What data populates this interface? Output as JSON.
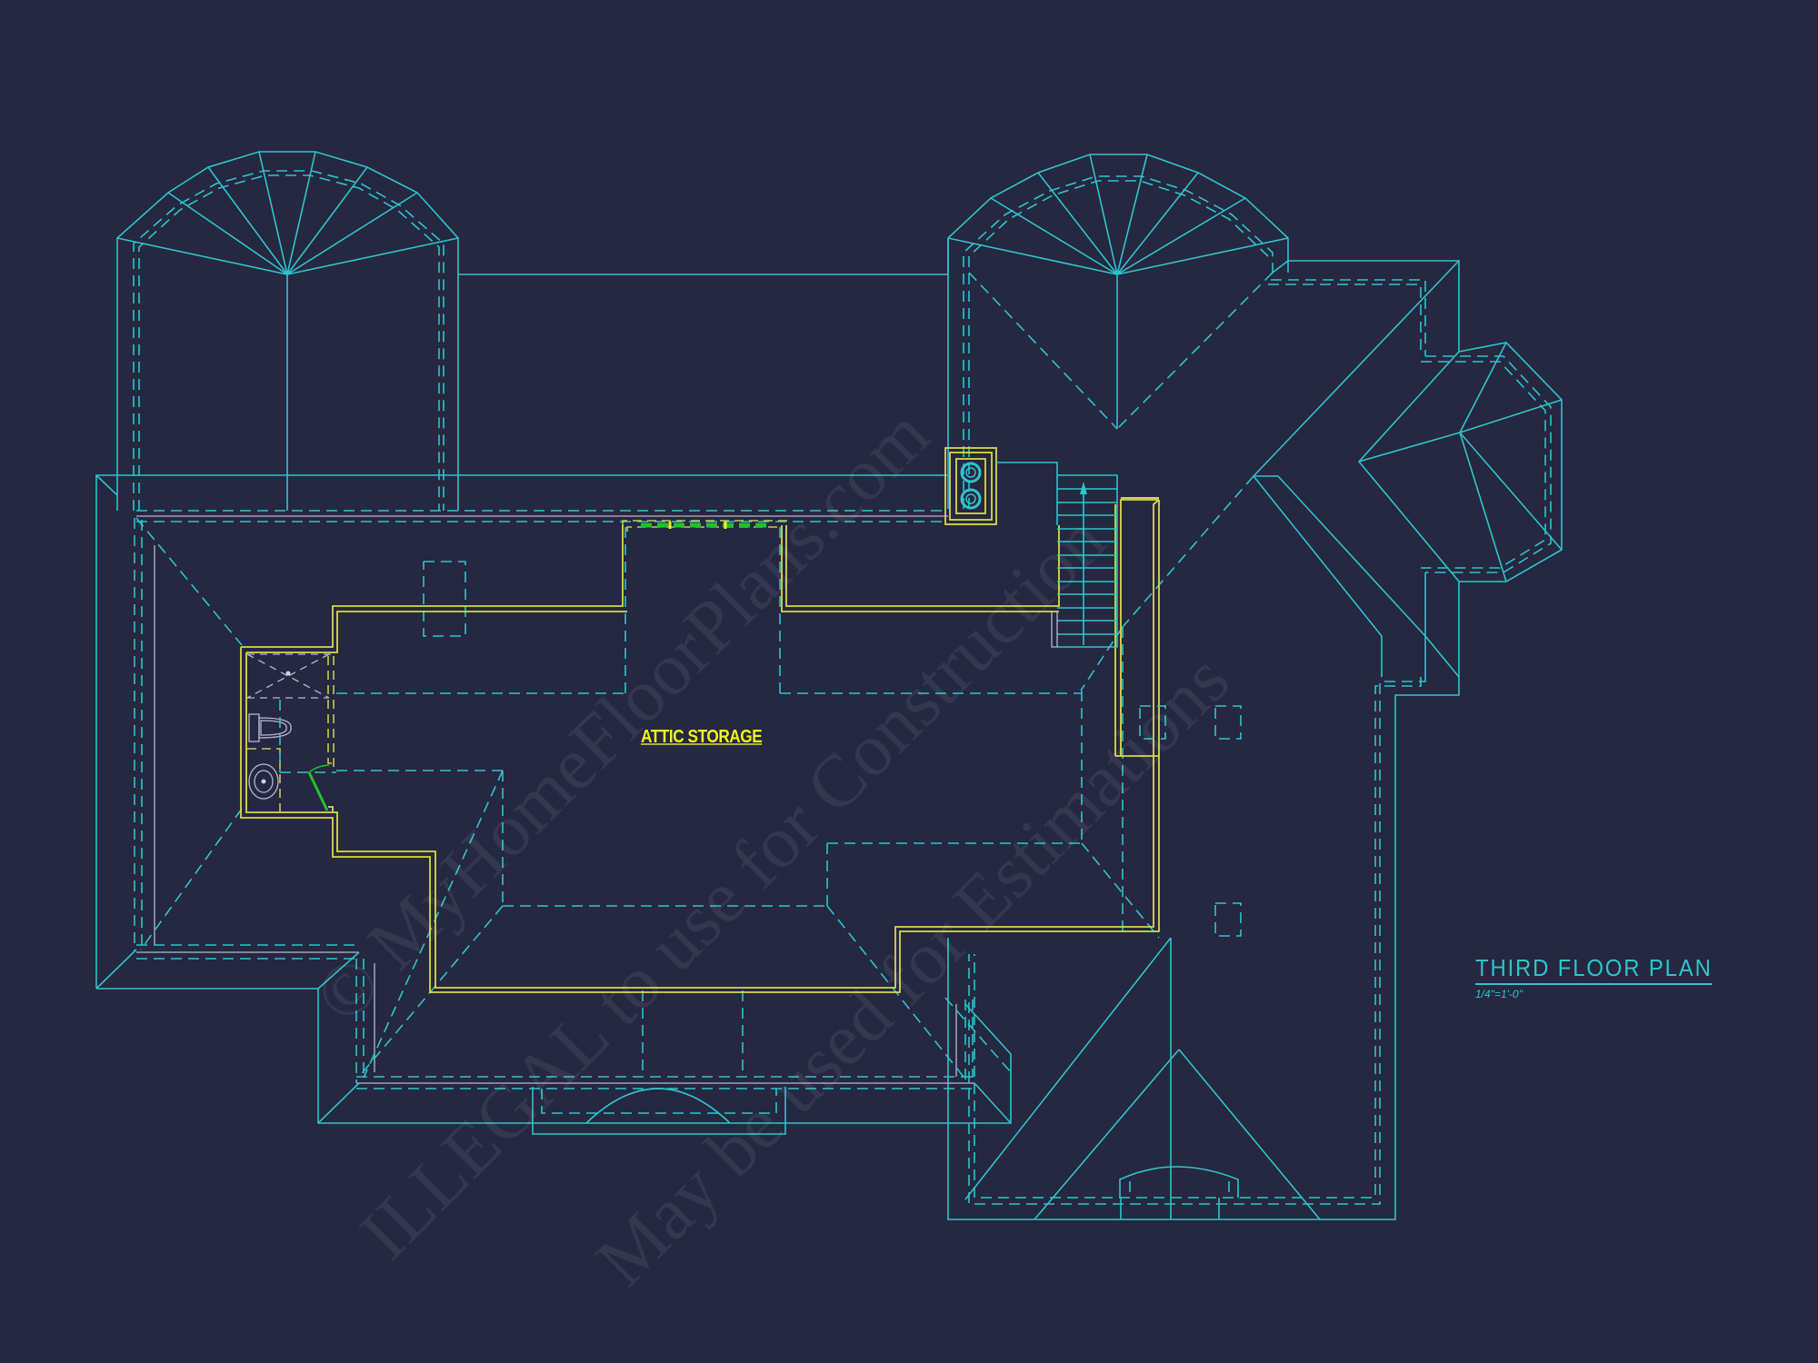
{
  "drawing": {
    "title": "THIRD FLOOR PLAN",
    "scale": "1/4\"=1'-0\"",
    "rooms": [
      {
        "label": "ATTIC STORAGE"
      }
    ],
    "fixtures": [
      "shower",
      "toilet",
      "sink",
      "stair-up-arrow",
      "chimney-flues"
    ],
    "watermark": {
      "line1": "© MyHomeFloorPlans.com",
      "line2": "ILLEGAL to use for Construction",
      "line3": "May be used for Estimations"
    }
  },
  "colors": {
    "background": "#252840",
    "roof_lines": "#2fc4cc",
    "walls": "#d8d84a",
    "label": "#f2f21c",
    "fixtures": "#b8b8d0",
    "door": "#22c22a"
  }
}
